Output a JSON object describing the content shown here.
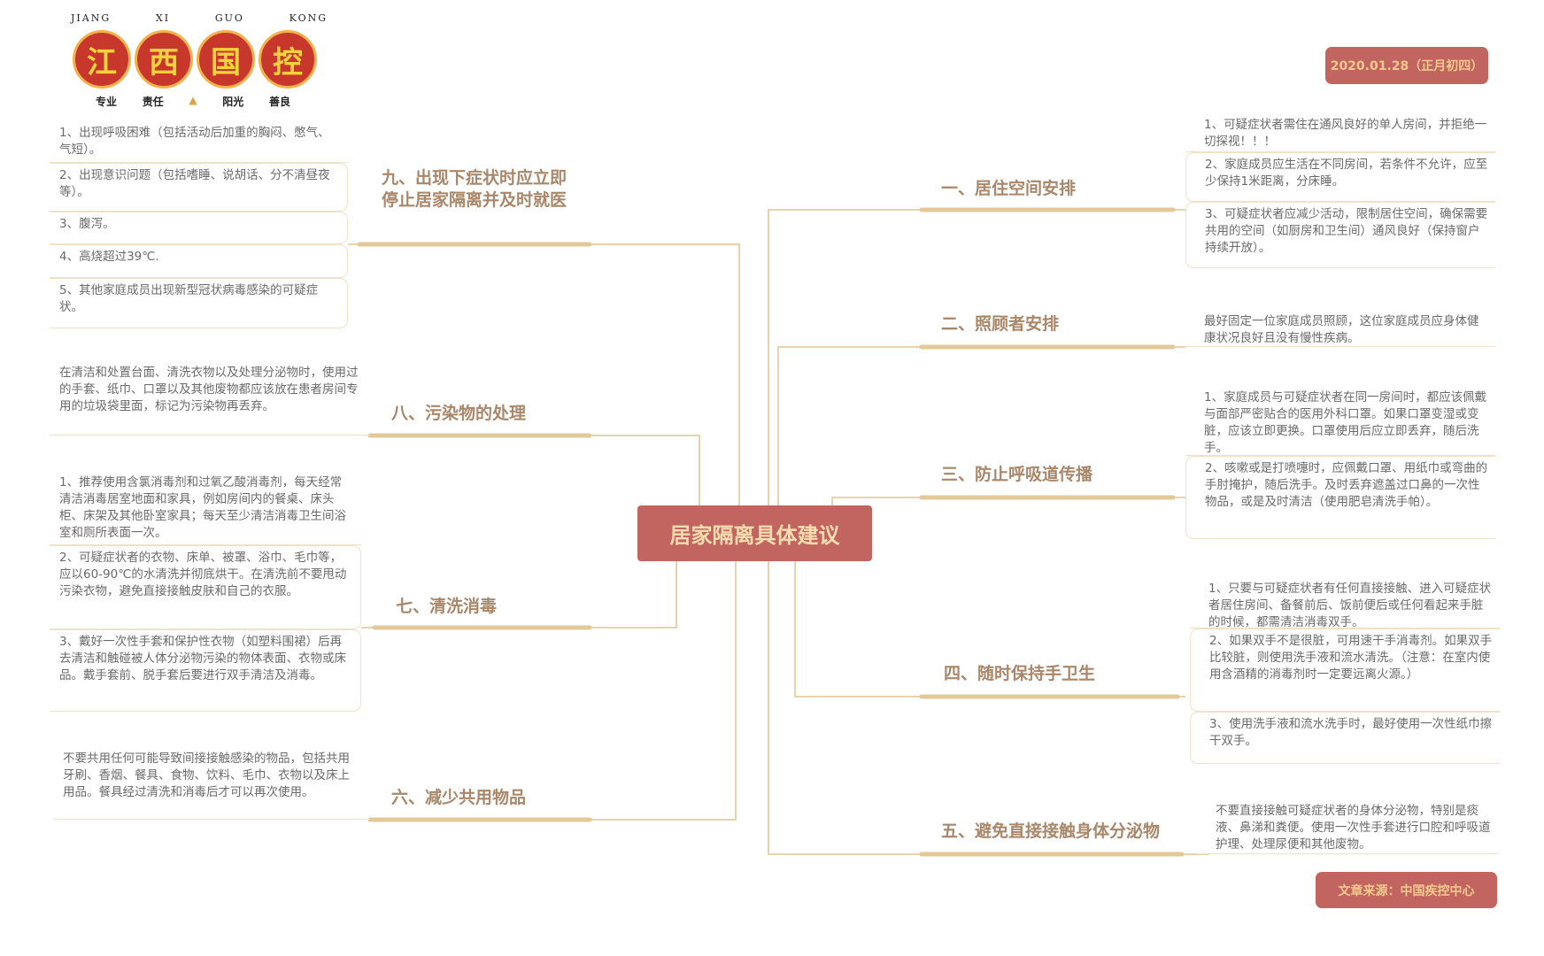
{
  "logo": {
    "pinyin": [
      "JIANG",
      "XI",
      "GUO",
      "KONG"
    ],
    "chars": [
      "江",
      "西",
      "国",
      "控"
    ],
    "slogan": [
      "专业",
      "责任",
      "阳光",
      "善良"
    ]
  },
  "date_badge": "2020.01.28（正月初四）",
  "source_badge": "文章来源：中国疾控中心",
  "center_title": "居家隔离具体建议",
  "colors": {
    "badge": "#c26560",
    "heading": "#a8876a",
    "line": "#e3c99a"
  },
  "branches": {
    "b1": {
      "title": "一、居住空间安排",
      "items": [
        "1、可疑症状者需住在通风良好的单人房间，并拒绝一切探视！！！",
        "2、家庭成员应生活在不同房间，若条件不允许，应至少保持1米距离，分床睡。",
        "3、可疑症状者应减少活动，限制居住空间，确保需要共用的空间（如厨房和卫生间）通风良好（保持窗户持续开放）。"
      ]
    },
    "b2": {
      "title": "二、照顾者安排",
      "items": [
        "最好固定一位家庭成员照顾，这位家庭成员应身体健康状况良好且没有慢性疾病。"
      ]
    },
    "b3": {
      "title": "三、防止呼吸道传播",
      "items": [
        "1、家庭成员与可疑症状者在同一房间时，都应该佩戴与面部严密贴合的医用外科口罩。如果口罩变湿或变脏，应该立即更换。口罩使用后应立即丢弃，随后洗手。",
        "2、咳嗽或是打喷嚏时，应佩戴口罩、用纸巾或弯曲的手肘掩护，随后洗手。及时丢弃遮盖过口鼻的一次性物品，或是及时清洁（使用肥皂清洗手帕）。"
      ]
    },
    "b4": {
      "title": "四、随时保持手卫生",
      "items": [
        "1、只要与可疑症状者有任何直接接触、进入可疑症状者居住房间、备餐前后、饭前便后或任何看起来手脏的时候，都需清洁消毒双手。",
        "2、如果双手不是很脏，可用速干手消毒剂。如果双手比较脏，则使用洗手液和流水清洗。（注意：在室内使用含酒精的消毒剂时一定要远离火源。）",
        "3、使用洗手液和流水洗手时，最好使用一次性纸巾擦干双手。"
      ]
    },
    "b5": {
      "title": "五、避免直接接触身体分泌物",
      "items": [
        "不要直接接触可疑症状者的身体分泌物，特别是痰液、鼻涕和粪便。使用一次性手套进行口腔和呼吸道护理、处理尿便和其他废物。"
      ]
    },
    "b6": {
      "title": "六、减少共用物品",
      "items": [
        "不要共用任何可能导致间接接触感染的物品，包括共用牙刷、香烟、餐具、食物、饮料、毛巾、衣物以及床上用品。餐具经过清洗和消毒后才可以再次使用。"
      ]
    },
    "b7": {
      "title": "七、清洗消毒",
      "items": [
        "1、推荐使用含氯消毒剂和过氧乙酸消毒剂，每天经常清洁消毒居室地面和家具，例如房间内的餐桌、床头柜、床架及其他卧室家具；每天至少清洁消毒卫生间浴室和厕所表面一次。",
        "2、可疑症状者的衣物、床单、被罩、浴巾、毛巾等，应以60-90℃的水清洗并彻底烘干。在清洗前不要甩动污染衣物，避免直接接触皮肤和自己的衣服。",
        "3、戴好一次性手套和保护性衣物（如塑料围裙）后再去清洁和触碰被人体分泌物污染的物体表面、衣物或床品。戴手套前、脱手套后要进行双手清洁及消毒。"
      ]
    },
    "b8": {
      "title": "八、污染物的处理",
      "items": [
        "在清洁和处置台面、清洗衣物以及处理分泌物时，使用过的手套、纸巾、口罩以及其他废物都应该放在患者房间专用的垃圾袋里面，标记为污染物再丢弃。"
      ]
    },
    "b9": {
      "title_line1": "九、出现下症状时应立即",
      "title_line2": "停止居家隔离并及时就医",
      "items": [
        "1、出现呼吸困难（包括活动后加重的胸闷、憋气、气短）。",
        "2、出现意识问题（包括嗜睡、说胡话、分不清昼夜等）。",
        "3、腹泻。",
        "4、高烧超过39℃.",
        "5、其他家庭成员出现新型冠状病毒感染的可疑症状。"
      ]
    }
  }
}
